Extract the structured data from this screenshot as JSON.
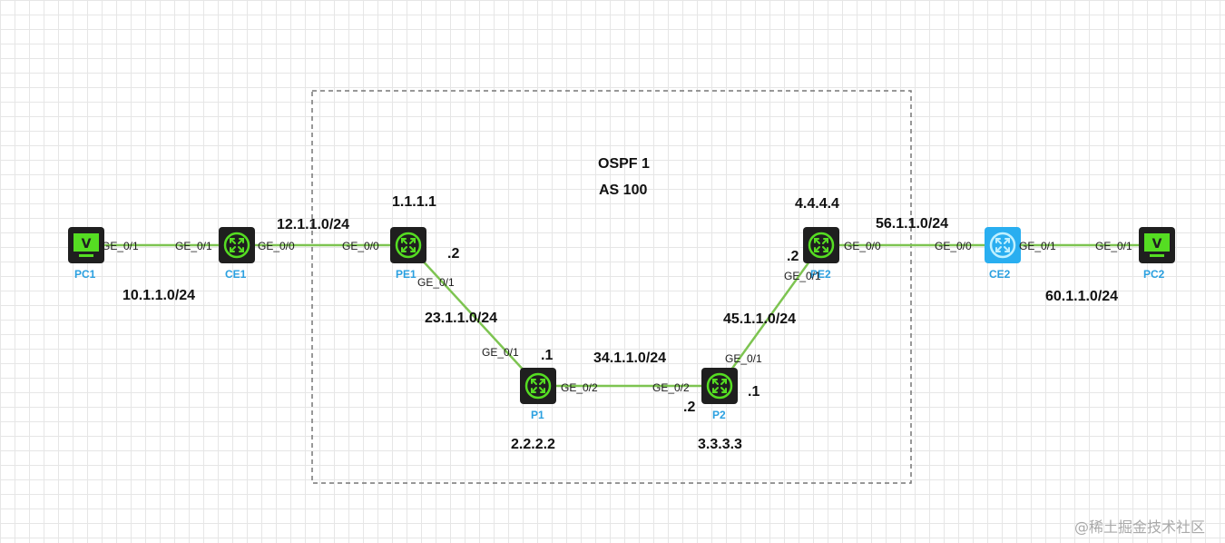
{
  "area": {
    "title": "OSPF 1",
    "subtitle": "AS 100"
  },
  "devices": [
    {
      "id": "pc1",
      "label": "PC1",
      "kind": "pc"
    },
    {
      "id": "ce1",
      "label": "CE1",
      "kind": "router"
    },
    {
      "id": "pe1",
      "label": "PE1",
      "kind": "router",
      "router_id": "1.1.1.1"
    },
    {
      "id": "p1",
      "label": "P1",
      "kind": "router",
      "router_id": "2.2.2.2"
    },
    {
      "id": "p2",
      "label": "P2",
      "kind": "router",
      "router_id": "3.3.3.3"
    },
    {
      "id": "pe2",
      "label": "PE2",
      "kind": "router",
      "router_id": "4.4.4.4"
    },
    {
      "id": "ce2",
      "label": "CE2",
      "kind": "router-active"
    },
    {
      "id": "pc2",
      "label": "PC2",
      "kind": "pc"
    }
  ],
  "links": [
    {
      "id": "pc1-ce1",
      "subnet": "10.1.1.0/24",
      "a_port": "GE_0/1",
      "b_port": "GE_0/1"
    },
    {
      "id": "ce1-pe1",
      "subnet": "12.1.1.0/24",
      "a_port": "GE_0/0",
      "b_port": "GE_0/0"
    },
    {
      "id": "pe1-p1",
      "subnet": "23.1.1.0/24",
      "a_port": "GE_0/1",
      "b_port": "GE_0/1",
      "a_host": ".2",
      "b_host": ".1"
    },
    {
      "id": "p1-p2",
      "subnet": "34.1.1.0/24",
      "a_port": "GE_0/2",
      "b_port": "GE_0/2",
      "b_host": ".2"
    },
    {
      "id": "p2-pe2",
      "subnet": "45.1.1.0/24",
      "a_port": "GE_0/1",
      "b_port": "GE_0/1",
      "a_host": ".1",
      "b_host": ".2"
    },
    {
      "id": "pe2-ce2",
      "subnet": "56.1.1.0/24",
      "a_port": "GE_0/0",
      "b_port": "GE_0/0"
    },
    {
      "id": "ce2-pc2",
      "subnet": "60.1.1.0/24",
      "a_port": "GE_0/1",
      "b_port": "GE_0/1"
    }
  ],
  "colors": {
    "link": "#7dc451",
    "router_icon": "#55dd22",
    "device_bg": "#1f1f1f",
    "active_device_bg": "#29aef0",
    "label": "#2aa0e0"
  },
  "watermark": "@稀土掘金技术社区"
}
